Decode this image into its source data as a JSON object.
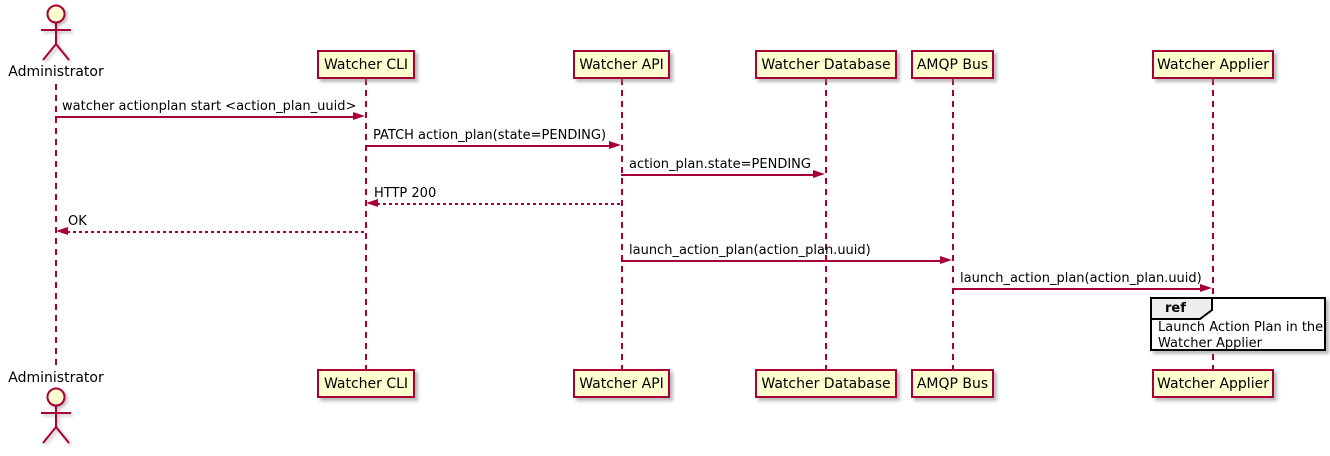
{
  "actor": {
    "name": "Administrator"
  },
  "participants": [
    {
      "name": "Watcher CLI"
    },
    {
      "name": "Watcher API"
    },
    {
      "name": "Watcher Database"
    },
    {
      "name": "AMQP Bus"
    },
    {
      "name": "Watcher Applier"
    }
  ],
  "messages": [
    {
      "from": "Administrator",
      "to": "Watcher CLI",
      "label": "watcher actionplan start <action_plan_uuid>",
      "style": "solid"
    },
    {
      "from": "Watcher CLI",
      "to": "Watcher API",
      "label": "PATCH action_plan(state=PENDING)",
      "style": "solid"
    },
    {
      "from": "Watcher API",
      "to": "Watcher Database",
      "label": "action_plan.state=PENDING",
      "style": "solid"
    },
    {
      "from": "Watcher API",
      "to": "Watcher CLI",
      "label": "HTTP 200",
      "style": "dashed"
    },
    {
      "from": "Watcher CLI",
      "to": "Administrator",
      "label": "OK",
      "style": "dashed"
    },
    {
      "from": "Watcher API",
      "to": "AMQP Bus",
      "label": "launch_action_plan(action_plan.uuid)",
      "style": "solid"
    },
    {
      "from": "AMQP Bus",
      "to": "Watcher Applier",
      "label": "launch_action_plan(action_plan.uuid)",
      "style": "solid"
    }
  ],
  "ref_fragment": {
    "keyword": "ref",
    "line1": "Launch Action Plan in the",
    "line2": "Watcher Applier",
    "over": "Watcher Applier"
  },
  "colors": {
    "participant_fill": "#FEFECE",
    "participant_border": "#A80036",
    "line": "#A80036",
    "text": "#000000",
    "ref_border": "#000000",
    "ref_header_fill": "#EEEEEE",
    "background": "#FFFFFF"
  }
}
